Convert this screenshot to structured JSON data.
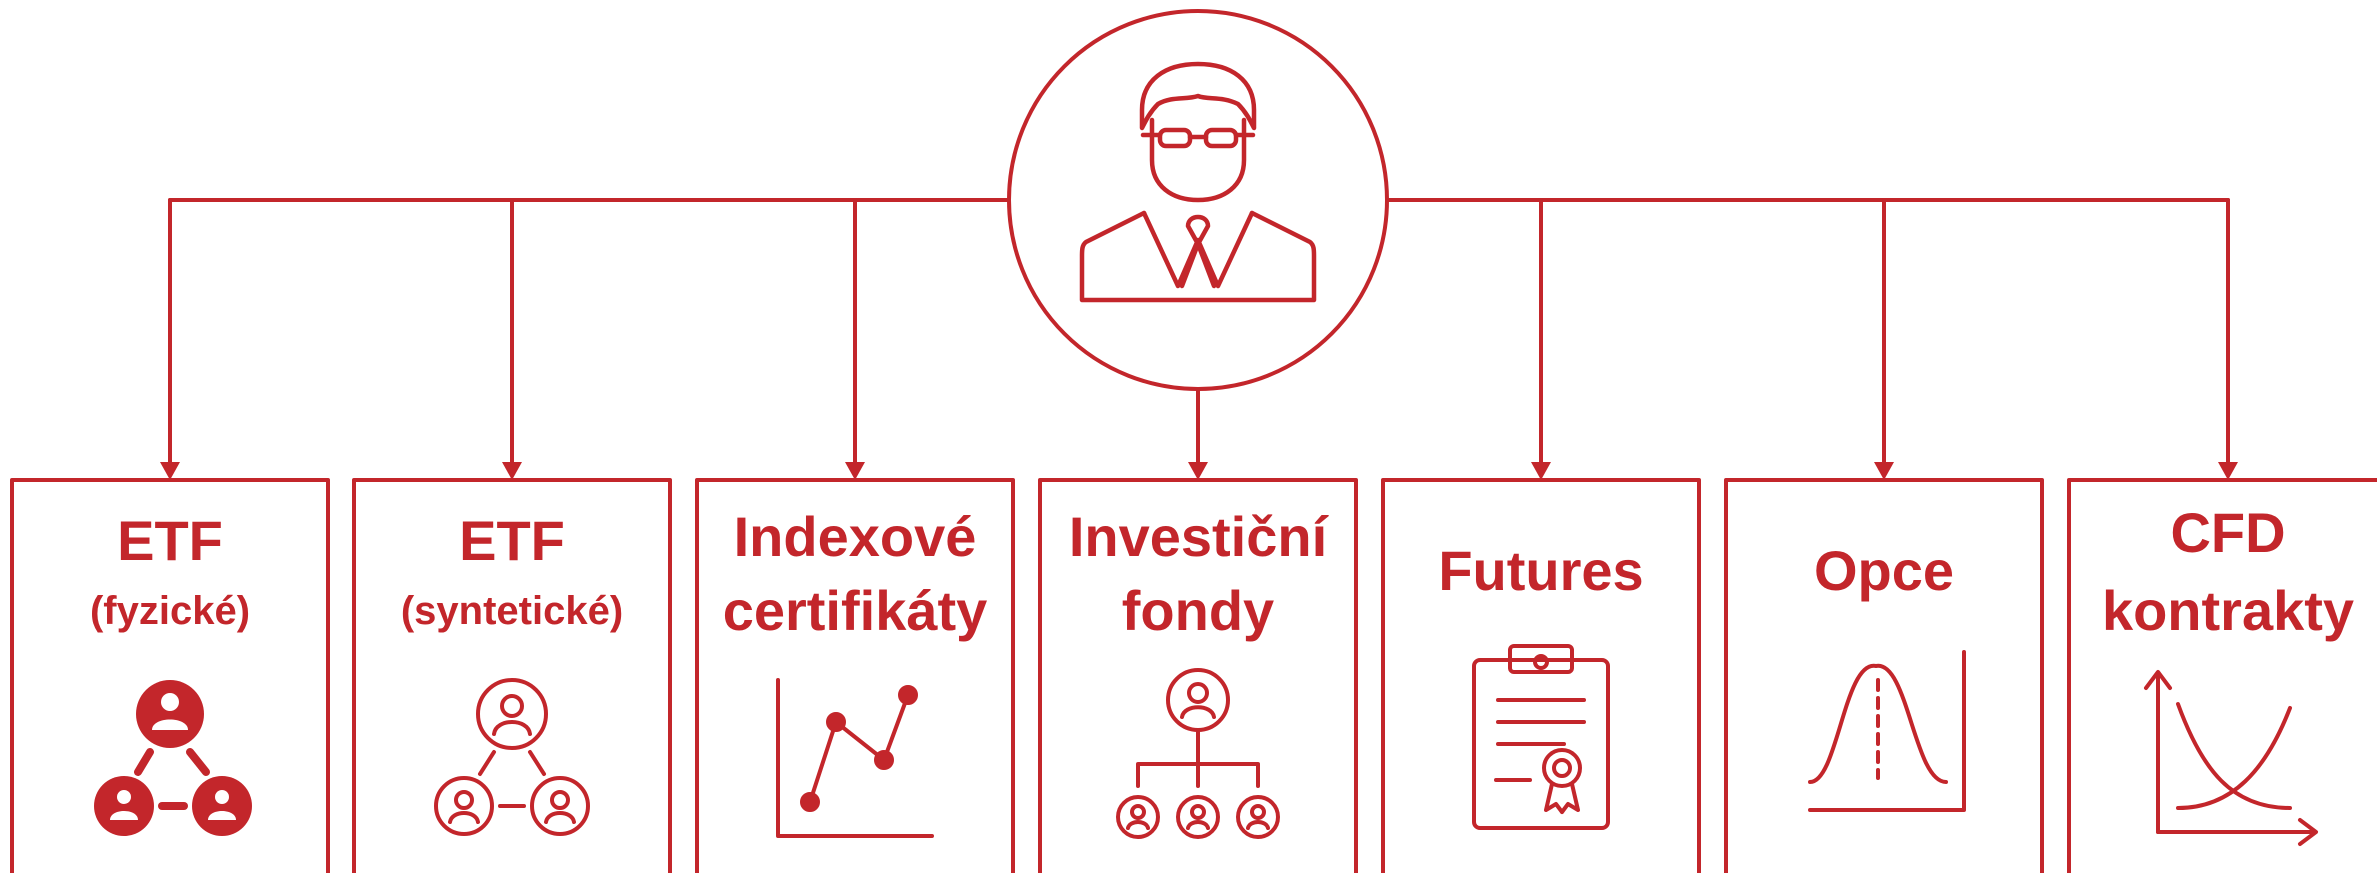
{
  "colors": {
    "accent": "#c3262b",
    "background": "#ffffff"
  },
  "center": {
    "icon": "investor-person-icon"
  },
  "boxes": [
    {
      "id": "etf-physical",
      "line1": "ETF",
      "line2": "(fyzické)",
      "icon": "network-people-filled-icon"
    },
    {
      "id": "etf-synthetic",
      "line1": "ETF",
      "line2": "(syntetické)",
      "icon": "network-people-outline-icon"
    },
    {
      "id": "index-certificates",
      "line1": "Indexové",
      "line2": "certifikáty",
      "icon": "line-chart-icon"
    },
    {
      "id": "investment-funds",
      "line1": "Investiční",
      "line2": "fondy",
      "icon": "org-chart-icon"
    },
    {
      "id": "futures",
      "line1": "Futures",
      "line2": "",
      "icon": "clipboard-certificate-icon"
    },
    {
      "id": "options",
      "line1": "Opce",
      "line2": "",
      "icon": "bell-curve-icon"
    },
    {
      "id": "cfd",
      "line1": "CFD",
      "line2": "kontrakty",
      "icon": "crossing-curves-icon"
    }
  ]
}
